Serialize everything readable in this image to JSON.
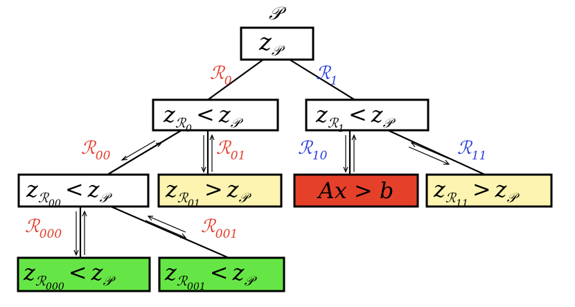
{
  "root": {
    "label": "𝒫",
    "z": "z",
    "z_sub": "𝒫",
    "fill": "#ffffff"
  },
  "nodes": [
    {
      "key": "R0",
      "left_sub": "ℛ",
      "left_index": "0",
      "op": "<",
      "right_sub": "𝒫",
      "fill": "#ffffff"
    },
    {
      "key": "R1",
      "left_sub": "ℛ",
      "left_index": "1",
      "op": "<",
      "right_sub": "𝒫",
      "fill": "#ffffff"
    },
    {
      "key": "R00",
      "left_sub": "ℛ",
      "left_index": "00",
      "op": "<",
      "right_sub": "𝒫",
      "fill": "#ffffff"
    },
    {
      "key": "R01",
      "left_sub": "ℛ",
      "left_index": "01",
      "op": ">",
      "right_sub": "𝒫",
      "fill": "#fcf4b0"
    },
    {
      "key": "R10",
      "text": "Ax > b",
      "fill": "#e5402a"
    },
    {
      "key": "R11",
      "left_sub": "ℛ",
      "left_index": "11",
      "op": ">",
      "right_sub": "𝒫",
      "fill": "#fcf4b0"
    },
    {
      "key": "R000",
      "left_sub": "ℛ",
      "left_index": "000",
      "op": "<",
      "right_sub": "𝒫",
      "fill": "#66e646"
    },
    {
      "key": "R001",
      "left_sub": "ℛ",
      "left_index": "001",
      "op": "<",
      "right_sub": "𝒫",
      "fill": "#66e646"
    }
  ],
  "edge_labels": [
    {
      "key": "R0",
      "symbol": "ℛ",
      "index": "0",
      "color": "#e0402f"
    },
    {
      "key": "R1",
      "symbol": "ℛ",
      "index": "1",
      "color": "#2a3fd8"
    },
    {
      "key": "R00",
      "symbol": "ℛ",
      "index": "00",
      "color": "#e0402f"
    },
    {
      "key": "R01",
      "symbol": "ℛ",
      "index": "01",
      "color": "#e0402f"
    },
    {
      "key": "R10",
      "symbol": "ℛ",
      "index": "10",
      "color": "#2a3fd8"
    },
    {
      "key": "R11",
      "symbol": "ℛ",
      "index": "11",
      "color": "#2a3fd8"
    },
    {
      "key": "R000",
      "symbol": "ℛ",
      "index": "000",
      "color": "#e0402f"
    },
    {
      "key": "R001",
      "symbol": "ℛ",
      "index": "001",
      "color": "#e0402f"
    }
  ],
  "z_letter": "z"
}
